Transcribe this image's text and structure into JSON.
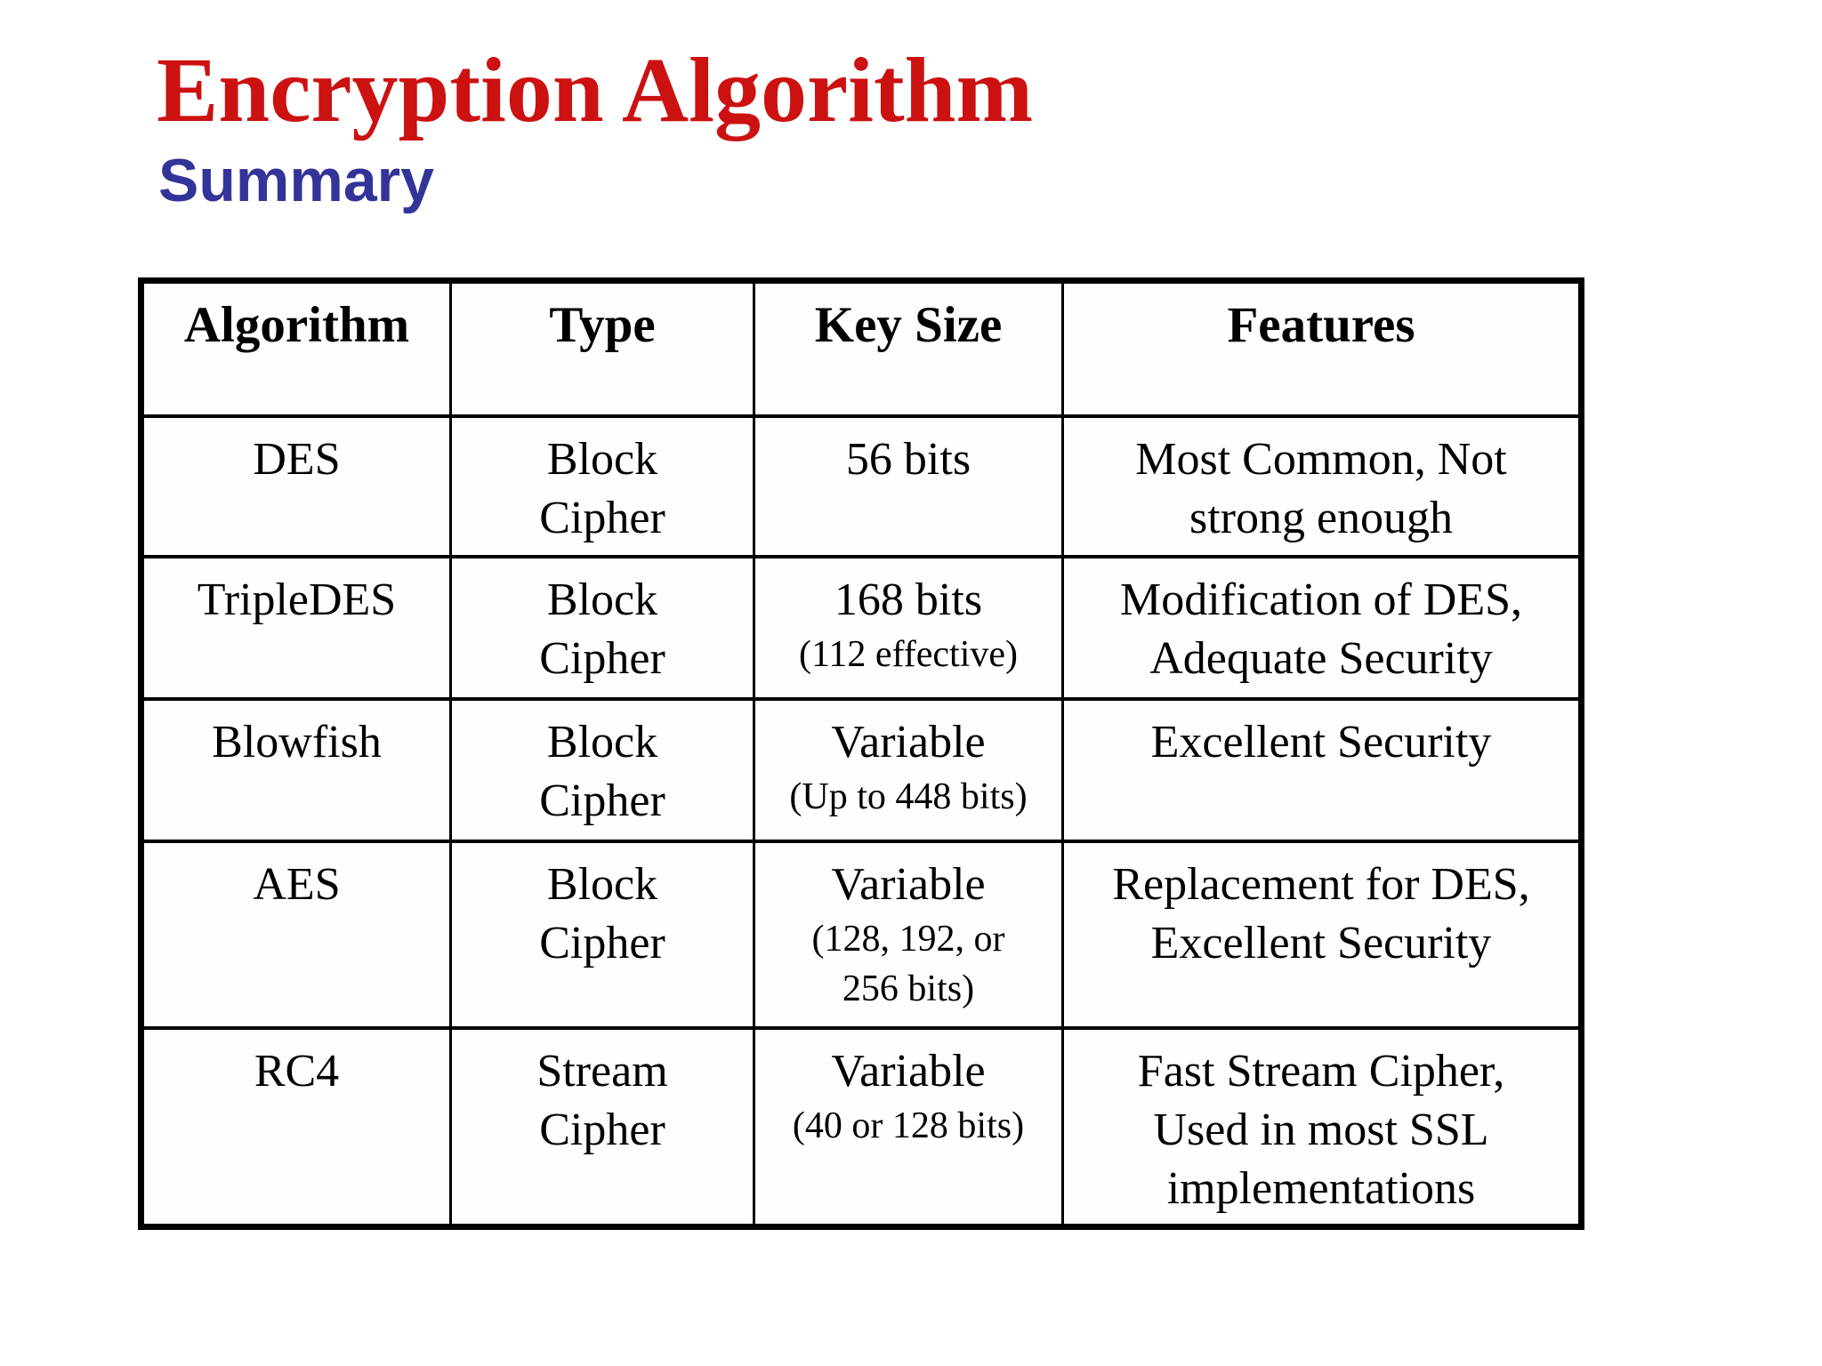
{
  "header": {
    "title": "Encryption Algorithm",
    "subtitle": "Summary",
    "title_color": "#cc1111",
    "subtitle_color": "#333399",
    "text_color": "#000000",
    "background_color": "#ffffff"
  },
  "table": {
    "columns": [
      "Algorithm",
      "Type",
      "Key Size",
      "Features"
    ],
    "rows": [
      {
        "algorithm": "DES",
        "type": "Block\nCipher",
        "key_size_main": "56 bits",
        "key_size_note": "",
        "features": "Most Common, Not\nstrong enough"
      },
      {
        "algorithm": "TripleDES",
        "type": "Block\nCipher",
        "key_size_main": "168 bits",
        "key_size_note": "(112 effective)",
        "features": "Modification of DES,\nAdequate Security"
      },
      {
        "algorithm": "Blowfish",
        "type": "Block\nCipher",
        "key_size_main": "Variable",
        "key_size_note": "(Up to 448 bits)",
        "features": "Excellent Security"
      },
      {
        "algorithm": "AES",
        "type": "Block\nCipher",
        "key_size_main": "Variable",
        "key_size_note": "(128, 192, or\n256 bits)",
        "features": "Replacement for DES,\nExcellent Security"
      },
      {
        "algorithm": "RC4",
        "type": "Stream\nCipher",
        "key_size_main": "Variable",
        "key_size_note": "(40 or 128 bits)",
        "features": "Fast Stream Cipher,\nUsed in most SSL\nimplementations"
      }
    ]
  }
}
